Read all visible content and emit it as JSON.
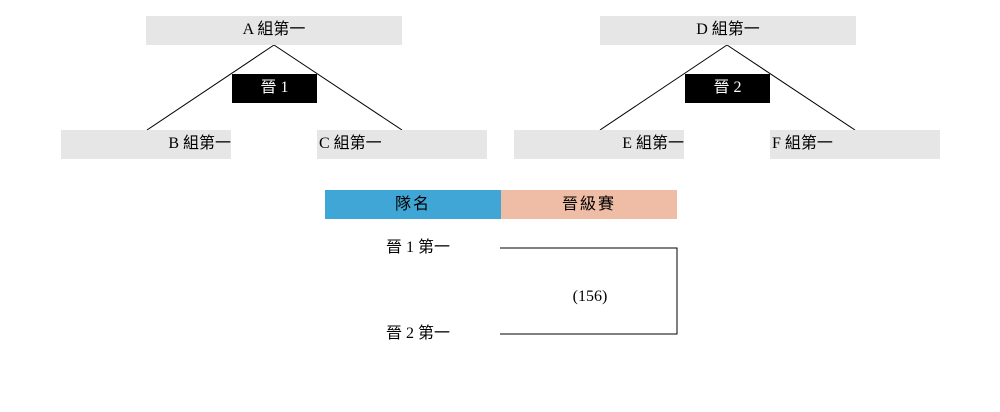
{
  "group1": {
    "top": "A 組第一",
    "badge": "晉 1",
    "left": "B 組第一",
    "right": "C 組第一"
  },
  "group2": {
    "top": "D 組第一",
    "badge": "晉 2",
    "left": "E 組第一",
    "right": "F 組第一"
  },
  "table": {
    "header_team": "隊名",
    "header_stage": "晉級賽",
    "header_team_color": "#3fa6d6",
    "header_stage_color": "#efbda5"
  },
  "match": {
    "team1": "晉 1 第一",
    "team2": "晉 2 第一",
    "game_number": "(156)"
  }
}
